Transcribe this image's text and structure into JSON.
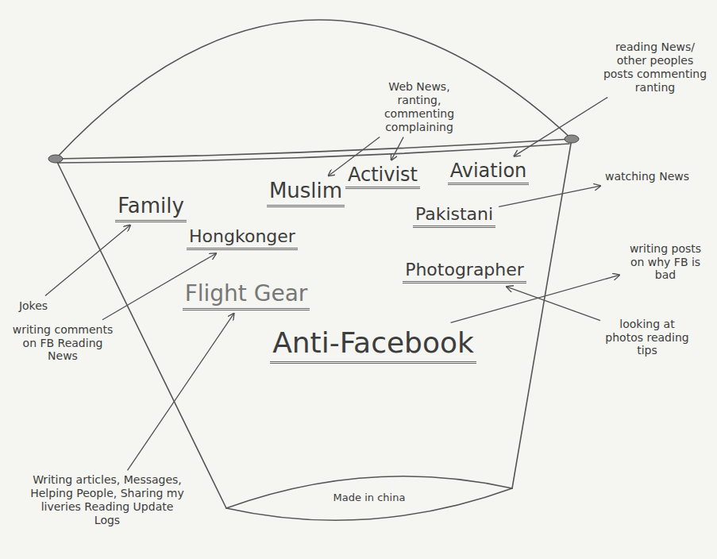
{
  "diagram": {
    "nodes": [
      {
        "text": [
          "Made in china"
        ]
      },
      {
        "text": [
          "Family"
        ],
        "in": 0
      },
      {
        "text": [
          "Muslim"
        ],
        "in": 0
      },
      {
        "text": [
          "Activist"
        ],
        "in": 0
      },
      {
        "text": [
          "Aviation"
        ],
        "in": 0
      },
      {
        "text": [
          "Hongkonger"
        ],
        "in": 0
      },
      {
        "text": [
          "Pakistani"
        ],
        "in": 0
      },
      {
        "text": [
          "Flight Gear"
        ],
        "in": 0
      },
      {
        "text": [
          "Photographer"
        ],
        "in": 0
      },
      {
        "text": [
          "Anti-Facebook"
        ],
        "in": 0
      },
      {
        "text": [
          "Web News, ranting, commenting complaining"
        ]
      },
      {
        "text": [
          "reading News/ other peoples posts commenting ranting"
        ]
      },
      {
        "text": [
          "watching News"
        ]
      },
      {
        "text": [
          "writing posts on why FB is bad"
        ]
      },
      {
        "text": [
          "looking at photos reading tips"
        ]
      },
      {
        "text": [
          "Jokes"
        ]
      },
      {
        "text": [
          "writing comments on FB Reading News"
        ]
      },
      {
        "text": [
          "Writing articles, Messages, Helping People, Sharing my liveries Reading Update Logs"
        ]
      }
    ],
    "edges": [
      {
        "from": 10,
        "to": 2,
        "arrow": "to"
      },
      {
        "from": 10,
        "to": 3,
        "arrow": "to"
      },
      {
        "from": 11,
        "to": 4,
        "arrow": "to"
      },
      {
        "from": 6,
        "to": 12,
        "arrow": "to"
      },
      {
        "from": 9,
        "to": 13,
        "arrow": "to"
      },
      {
        "from": 14,
        "to": 8,
        "arrow": "to"
      },
      {
        "from": 15,
        "to": 1,
        "arrow": "to"
      },
      {
        "from": 16,
        "to": 5,
        "arrow": "to"
      },
      {
        "from": 17,
        "to": 7,
        "arrow": "to"
      }
    ]
  }
}
